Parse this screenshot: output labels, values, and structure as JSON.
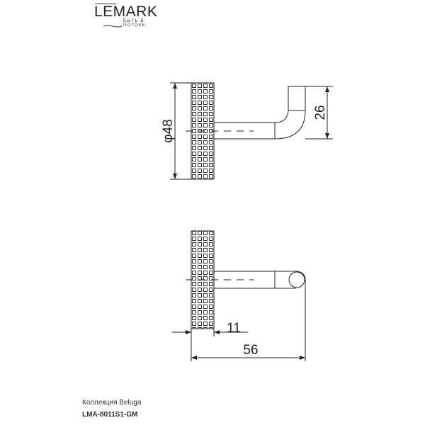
{
  "logo": {
    "brand": "LEMARK",
    "tagline": "БЫТЬ В ПОТОКЕ"
  },
  "drawing": {
    "top_view": {
      "diameter_label": "φ48",
      "height_label": "26"
    },
    "bottom_view": {
      "offset_label": "11",
      "length_label": "56"
    }
  },
  "footer": {
    "collection": "Коллекция Beluga",
    "model": "LMA-8011S1-GM"
  }
}
